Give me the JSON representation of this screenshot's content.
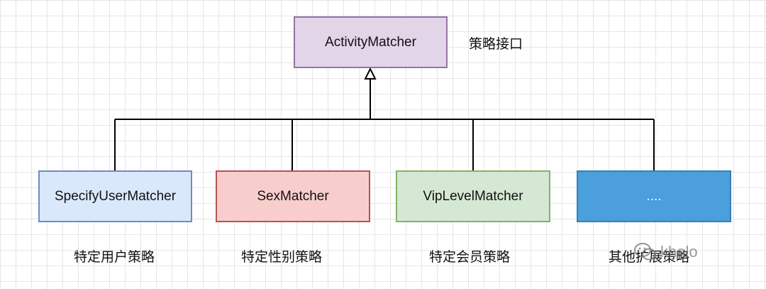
{
  "diagram": {
    "interface": {
      "name": "ActivityMatcher",
      "label": "策略接口",
      "fill": "#e1d5e7",
      "stroke": "#9673a6"
    },
    "implementations": [
      {
        "name": "SpecifyUserMatcher",
        "label": "特定用户策略",
        "fill": "#dae8fc",
        "stroke": "#6c8ebf"
      },
      {
        "name": "SexMatcher",
        "label": "特定性别策略",
        "fill": "#f8cecc",
        "stroke": "#b85450"
      },
      {
        "name": "VipLevelMatcher",
        "label": "特定会员策略",
        "fill": "#d5e8d4",
        "stroke": "#82b366"
      },
      {
        "name": "....",
        "label": "其他扩展策略",
        "fill": "#4a9fdc",
        "stroke": "#3c7fb1"
      }
    ]
  },
  "watermark": {
    "text": "khalo",
    "icon": "wechat-icon"
  }
}
